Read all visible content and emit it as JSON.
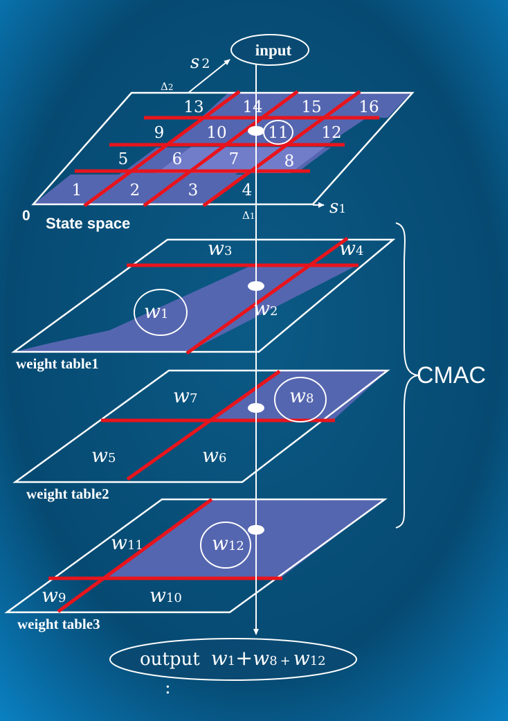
{
  "state_space": {
    "axis_s1": "s",
    "axis_s1_sub": "1",
    "axis_s2": "s",
    "axis_s2_sub": "2",
    "delta1": "Δ",
    "delta1_sub": "1",
    "delta2": "Δ",
    "delta2_sub": "2",
    "origin": "0",
    "label": "State space",
    "cells": [
      "1",
      "2",
      "3",
      "4",
      "5",
      "6",
      "7",
      "8",
      "9",
      "10",
      "11",
      "12",
      "13",
      "14",
      "15",
      "16"
    ]
  },
  "input_label": "input",
  "tables": [
    {
      "label": "weight table1",
      "w_left": "1",
      "w_right": "2",
      "w_topleft": "3",
      "w_topright": "4"
    },
    {
      "label": "weight table2",
      "w_bl": "5",
      "w_br": "6",
      "w_tl": "7",
      "w_tr": "8"
    },
    {
      "label": "weight table3",
      "w_bl": "9",
      "w_br": "10",
      "w_tl": "11",
      "w_tr": "12"
    }
  ],
  "w_letter": "w",
  "cmac_label": "CMAC",
  "output": {
    "word": "output",
    "w1_sub": "1",
    "plus1": "+",
    "w8_sub": "8",
    "plus2": "+",
    "w12_sub": "12"
  },
  "continuation": ":",
  "colors": {
    "background": "#0a4a72",
    "grid_line": "#e8141c",
    "highlight": "#5566b0",
    "highlight_light": "#8a90e0",
    "white": "#ffffff"
  }
}
